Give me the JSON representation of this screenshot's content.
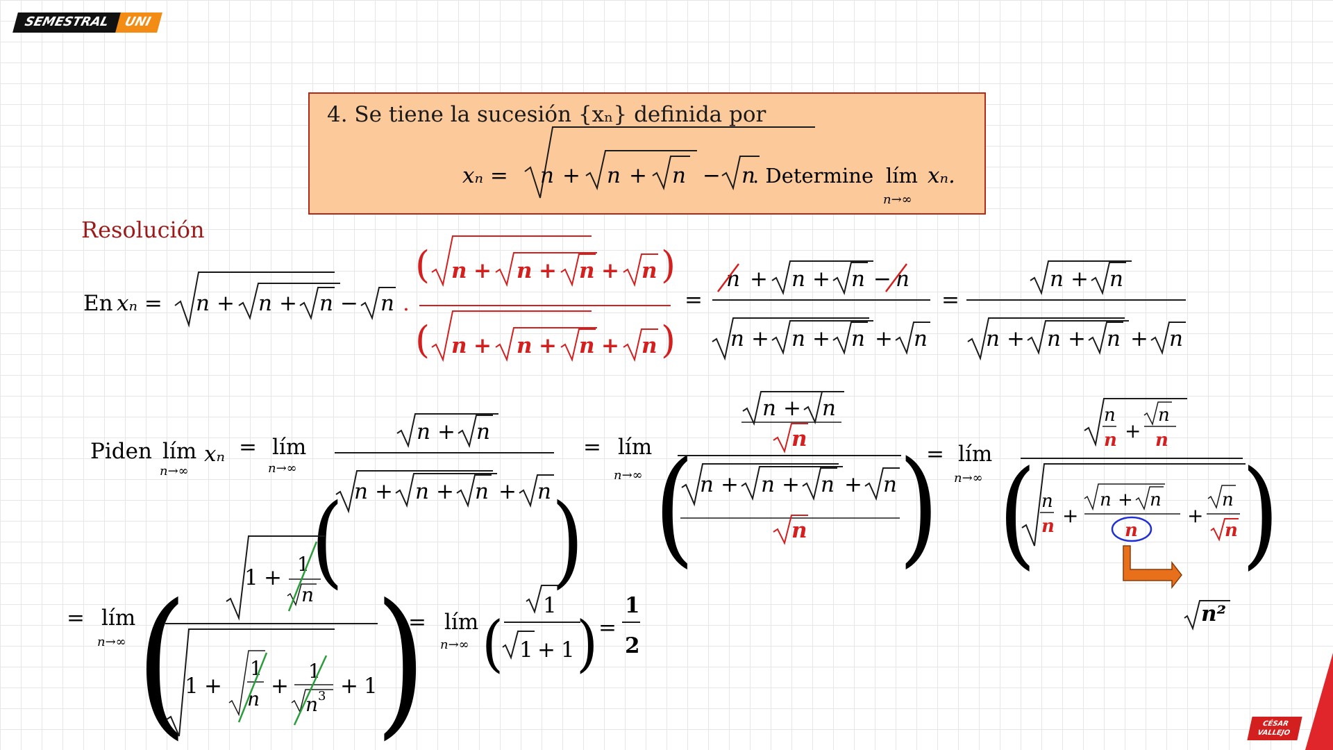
{
  "brand": {
    "left": "SEMESTRAL",
    "right": "UNI",
    "corner": "CÉSAR VALLEJO"
  },
  "problem": {
    "intro": "4. Se tiene la sucesión {xₙ} definida por",
    "formula_lhs": "xₙ =",
    "formula_body": "n + √(n + √n) − √n",
    "formula_suffix": ". Determine",
    "lim_word": "lím",
    "lim_sub": "n→∞",
    "lim_target": "xₙ."
  },
  "heading": "Resolución",
  "step1": {
    "prefix": "En",
    "lhs": "xₙ =",
    "dot": ".",
    "n": "n",
    "plus": "+",
    "minus": "−",
    "equals": "="
  },
  "step2": {
    "prefix": "Piden",
    "lim_word": "lím",
    "lim_sub": "n→∞",
    "var": "xₙ"
  },
  "step4": {
    "one": "1",
    "half_num": "1",
    "half_den": "2",
    "sqrt_n2": "n²"
  },
  "colors": {
    "accent": "#d41f1f",
    "box_fill": "#fcc99b",
    "box_border": "#b02a1a",
    "heading": "#9b1b1b",
    "cancel": "#2a9d3a",
    "circle": "#1f2fd4",
    "arrow": "#e8701a"
  }
}
